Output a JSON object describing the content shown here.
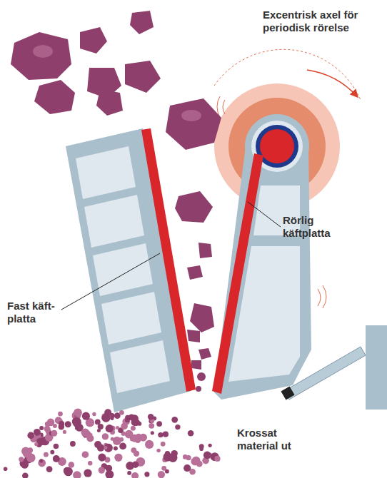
{
  "diagram": {
    "labels": [
      "Excentrisk axel för periodisk rörelse",
      "Rörlig käftplatta",
      "Fast käft- platta",
      "Krossat material ut"
    ]
  }
}
